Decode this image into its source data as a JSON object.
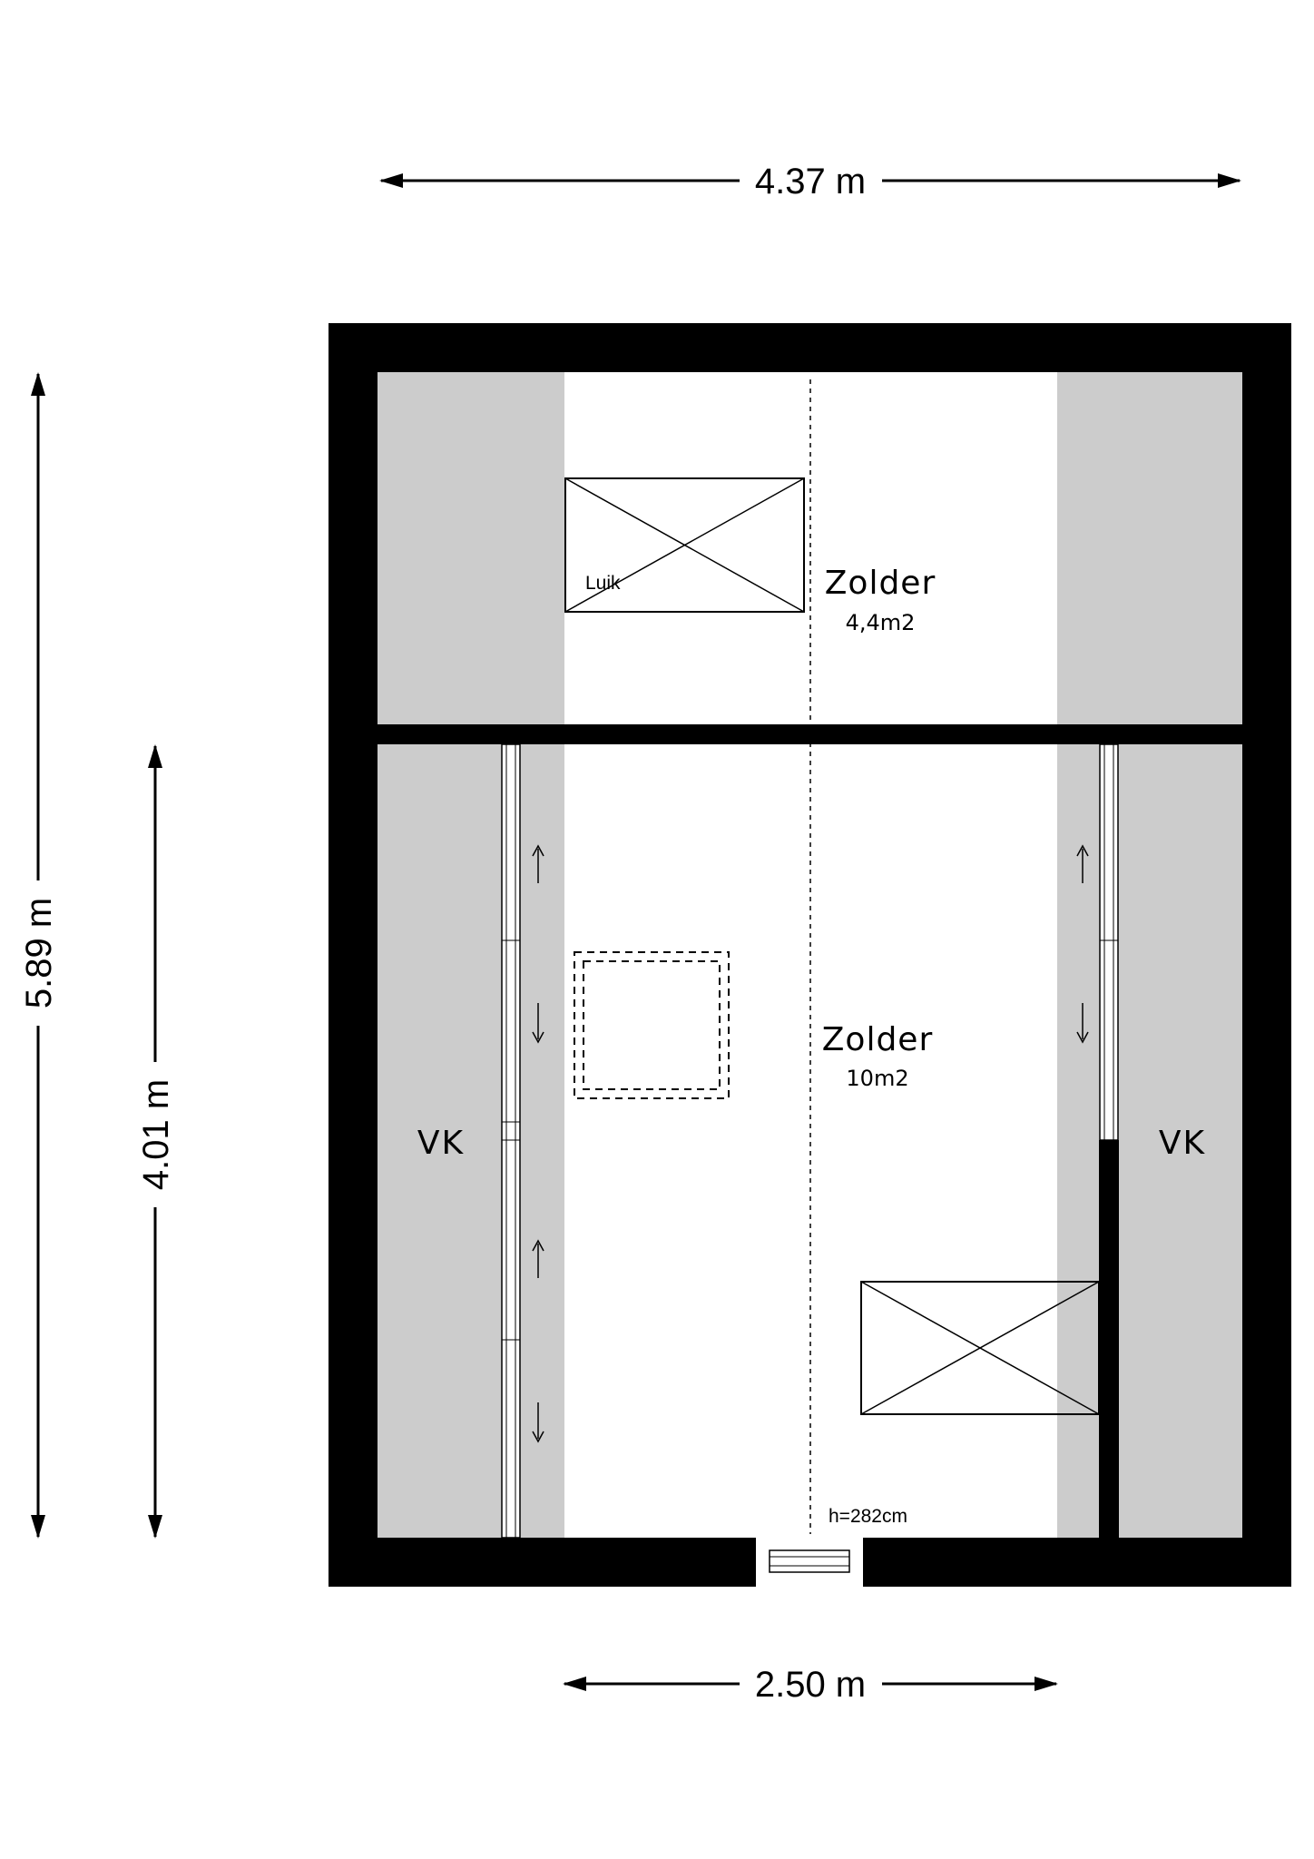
{
  "colors": {
    "wall": "#000000",
    "low_ceiling_zone": "#cccccc",
    "floor": "#ffffff",
    "line": "#000000"
  },
  "dimensions": {
    "top_width": "4.37 m",
    "bottom_width": "2.50 m",
    "left_outer_height": "5.89 m",
    "left_inner_height": "4.01 m"
  },
  "rooms": {
    "upper": {
      "name": "Zolder",
      "area": "4,4m2",
      "hatch_label": "Luik"
    },
    "lower": {
      "name": "Zolder",
      "area": "10m2",
      "height_note": "h=282cm"
    },
    "vk_left": "VK",
    "vk_right": "VK"
  },
  "icons": {
    "hatch": "cross-box-icon",
    "skylight": "dashed-square-icon",
    "window": "window-icon",
    "direction": "arrow-icon"
  }
}
